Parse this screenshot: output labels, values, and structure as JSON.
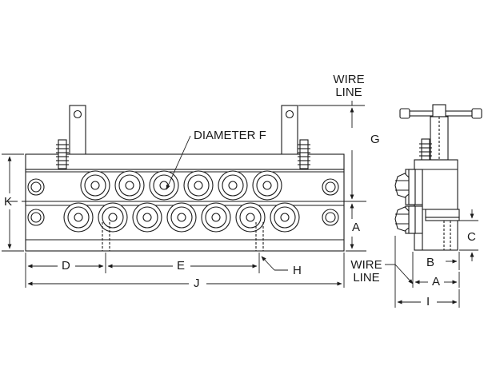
{
  "labels": {
    "wire_line_top_1": "WIRE",
    "wire_line_top_2": "LINE",
    "diameter_f": "DIAMETER F",
    "g": "G",
    "k": "K",
    "a_front": "A",
    "d": "D",
    "e": "E",
    "h": "H",
    "j": "J",
    "c": "C",
    "b": "B",
    "wire_line_side_1": "WIRE",
    "wire_line_side_2": "LINE",
    "a_side": "A",
    "i": "I"
  },
  "colors": {
    "line": "#1a1a1a",
    "fill": "#ffffff",
    "hatch": "#cfcfcf"
  }
}
